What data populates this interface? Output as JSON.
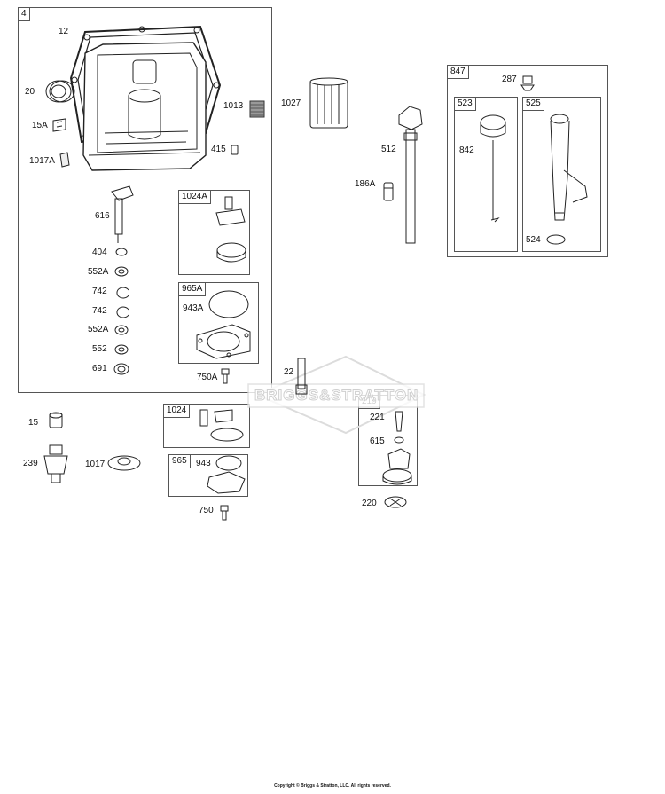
{
  "watermark": "BRIGGS&STRATTON",
  "copyright": "Copyright © Briggs & Stratton, LLC. All rights reserved.",
  "groups": {
    "g4": "4",
    "g847": "847",
    "g523": "523",
    "g525": "525",
    "g1024A": "1024A",
    "g965A": "965A",
    "g1024": "1024",
    "g965": "965",
    "g219": "219"
  },
  "labels": {
    "p12": "12",
    "p20": "20",
    "p15A": "15A",
    "p1017A": "1017A",
    "p1013": "1013",
    "p415": "415",
    "p616": "616",
    "p404": "404",
    "p552A_1": "552A",
    "p742_1": "742",
    "p742_2": "742",
    "p552A_2": "552A",
    "p552": "552",
    "p691": "691",
    "p943A": "943A",
    "p750A": "750A",
    "p1027": "1027",
    "p512": "512",
    "p186A": "186A",
    "p287": "287",
    "p842": "842",
    "p524": "524",
    "p22": "22",
    "p15": "15",
    "p239": "239",
    "p1017": "1017",
    "p943": "943",
    "p750": "750",
    "p221": "221",
    "p615": "615",
    "p220": "220"
  }
}
